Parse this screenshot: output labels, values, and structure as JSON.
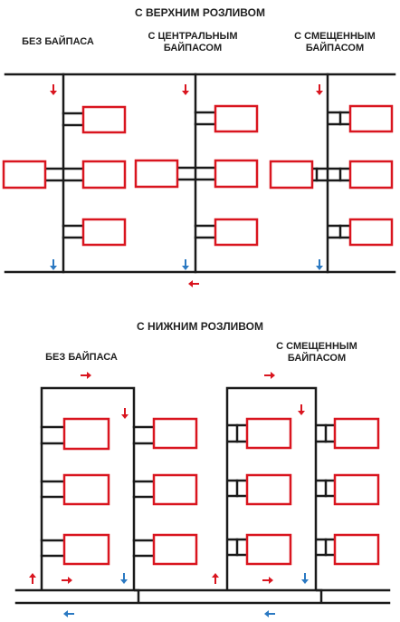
{
  "top_section": {
    "title": "С ВЕРХНИМ РОЗЛИВОМ",
    "col1_label": "БЕЗ БАЙПАСА",
    "col2_label_l1": "С ЦЕНТРАЛЬНЫМ",
    "col2_label_l2": "БАЙПАСОМ",
    "col3_label_l1": "С СМЕЩЕННЫМ",
    "col3_label_l2": "БАЙПАСОМ"
  },
  "bottom_section": {
    "title": "С НИЖНИМ РОЗЛИВОМ",
    "left_label": "БЕЗ БАЙПАСА",
    "right_label_l1": "С СМЕЩЕННЫМ",
    "right_label_l2": "БАЙПАСОМ"
  },
  "colors": {
    "pipe": "#1a1a1a",
    "radiator": "#d9151f",
    "supply_arrow": "#d9151f",
    "return_arrow": "#2b79c2"
  }
}
